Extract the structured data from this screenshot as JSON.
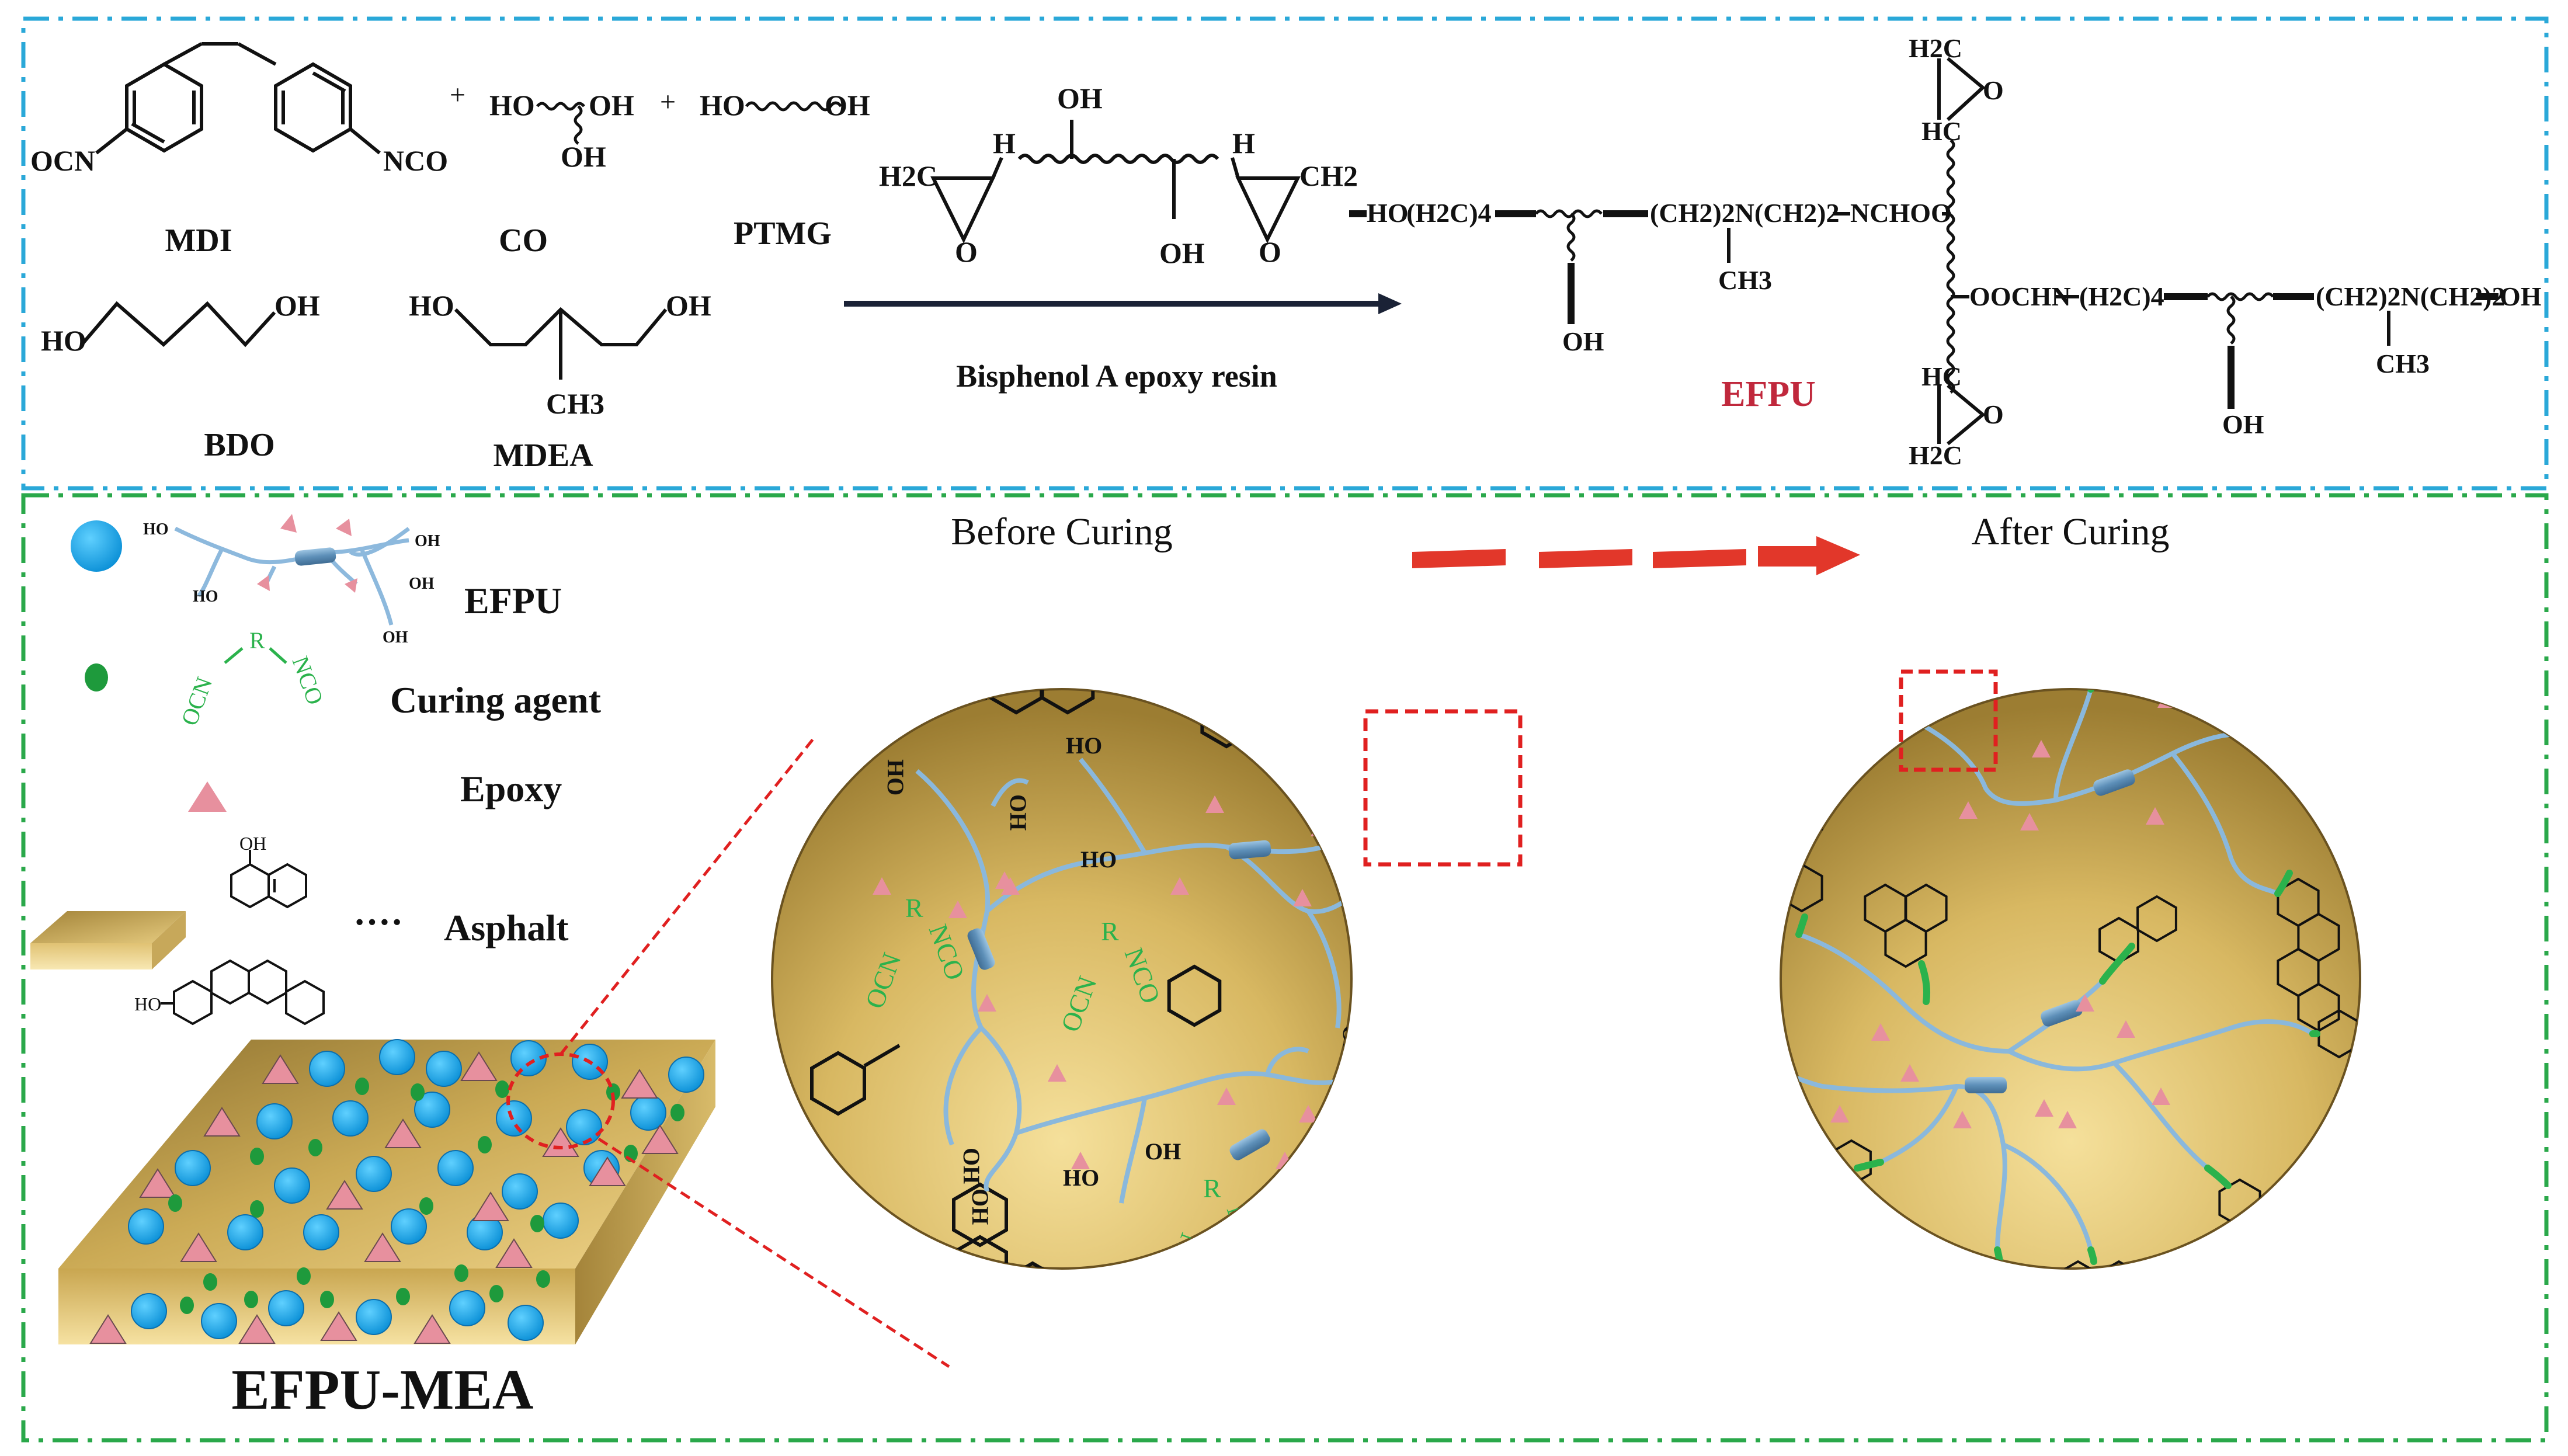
{
  "top": {
    "mdi": {
      "label": "MDI",
      "ocn": "OCN",
      "nco": "NCO"
    },
    "co": {
      "label": "CO",
      "ho": "HO",
      "oh_right": "OH",
      "oh_bottom": "OH"
    },
    "ptmg": {
      "label": "PTMG",
      "ho": "HO",
      "oh": "OH"
    },
    "plus": "+",
    "bdo": {
      "label": "BDO",
      "ho": "HO",
      "oh": "OH"
    },
    "mdea": {
      "label": "MDEA",
      "ho": "HO",
      "oh": "OH",
      "ch3": "CH3"
    },
    "epoxy": {
      "label": "Bisphenol A epoxy resin",
      "oh": "OH",
      "h": "H",
      "h2c": "H2C",
      "ch2": "CH2",
      "o": "O"
    },
    "efpu": {
      "label": "EFPU",
      "row1_left": "HO",
      "row1_h2c4": "(H2C)4",
      "row1_chain": "(CH2)2N(CH2)2",
      "row1_end": "NCHOO",
      "ch3": "CH3",
      "oh": "OH",
      "row2_start": "OOCHN",
      "row2_h2c4": "(H2C)4",
      "row2_chain": "(CH2)2N(CH2)2",
      "row2_end": "OH",
      "h2c": "H2C",
      "hc": "HC",
      "o": "O"
    }
  },
  "legend": {
    "efpu": "EFPU",
    "curing_agent": "Curing agent",
    "epoxy": "Epoxy",
    "asphalt": "Asphalt",
    "dots": "····",
    "ho": "HO",
    "oh": "OH",
    "r": "R",
    "ocn": "OCN",
    "nco": "NCO"
  },
  "slab": {
    "label": "EFPU-MEA"
  },
  "before": {
    "title": "Before Curing",
    "ho": "HO",
    "oh": "OH",
    "r": "R",
    "nco": "NCO",
    "ocn": "OCN"
  },
  "after": {
    "title": "After Curing"
  },
  "colors": {
    "frame_top": "#2aa8d8",
    "frame_bottom": "#2aa84a",
    "efpu_red": "#c0283c",
    "curing_green": "#2bb24c",
    "bead_blue": "#19a7e8",
    "bead_green": "#1e9a3c",
    "epoxy_pink": "#e7909e",
    "chain_blue": "#7fb5dc",
    "arrow_red": "#e2372a",
    "zoom_red": "#e02020",
    "asphalt_light": "#f3dc93",
    "asphalt_dark": "#a98a3c"
  }
}
